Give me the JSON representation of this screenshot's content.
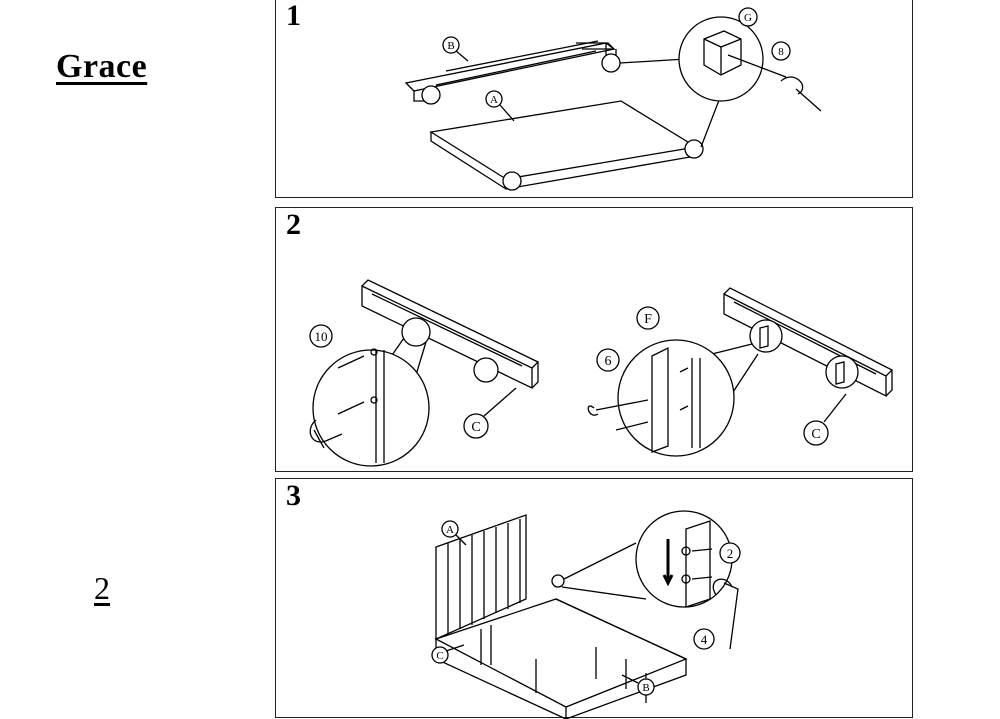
{
  "document": {
    "brand": "Grace",
    "page_number": "2"
  },
  "steps": [
    {
      "number": "1",
      "labels": {
        "b": "B",
        "a": "A",
        "g": "G",
        "part": "8"
      }
    },
    {
      "number": "2",
      "labels": {
        "part10": "10",
        "c_left": "C",
        "f": "F",
        "part6": "6",
        "c_right": "C"
      }
    },
    {
      "number": "3",
      "labels": {
        "a": "A",
        "c": "C",
        "b": "B",
        "part2": "2",
        "part4": "4"
      }
    }
  ]
}
